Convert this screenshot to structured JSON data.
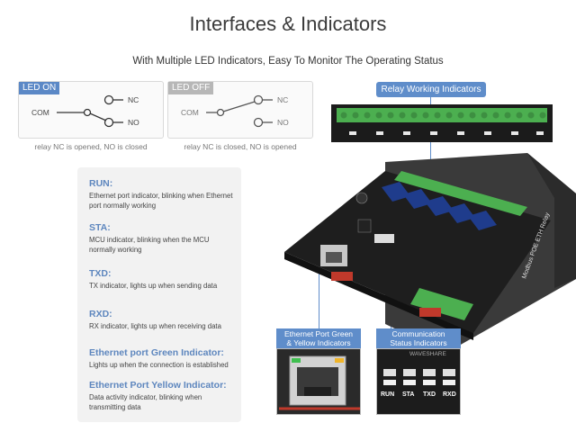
{
  "header": {
    "title": "Interfaces & Indicators",
    "subtitle": "With Multiple LED Indicators, Easy To Monitor The Operating Status"
  },
  "relays": [
    {
      "tag": "LED ON",
      "com": "COM",
      "nc": "NC",
      "no": "NO",
      "caption": "relay NC is opened, NO is closed"
    },
    {
      "tag": "LED OFF",
      "com": "COM",
      "nc": "NC",
      "no": "NO",
      "caption": "relay NC is closed, NO is opened"
    }
  ],
  "indicators": [
    {
      "name": "RUN:",
      "desc": "Ethernet port indicator, blinking when Ethernet port normally working"
    },
    {
      "name": "STA:",
      "desc": "MCU indicator, blinking when the MCU normally working"
    },
    {
      "name": "TXD:",
      "desc": "TX indicator, lights up when sending data"
    },
    {
      "name": "RXD:",
      "desc": "RX indicator, lights up when receiving data"
    },
    {
      "name": "Ethernet port Green Indicator:",
      "desc": "Lights up when the connection is established"
    },
    {
      "name": "Ethernet Port Yellow Indicator:",
      "desc": "Data activity indicator, blinking when transmitting data"
    }
  ],
  "callouts": {
    "relay_working": "Relay Working Indicators",
    "eth_line1": "Ethernet Port Green",
    "eth_line2": "& Yellow Indicators",
    "comm_line1": "Communication",
    "comm_line2": "Status Indicators"
  },
  "comm_leds": [
    "RUN",
    "STA",
    "TXD",
    "RXD"
  ],
  "photo_text": {
    "brand": "WAVESHARE",
    "side_label": "Modbus POE ETH Relay"
  },
  "colors": {
    "accent": "#5f8dca",
    "heading": "#5d86be",
    "terminal_green": "#4caf50",
    "pcb": "#1e1e1e",
    "relay_blue": "#1f3c8c"
  }
}
